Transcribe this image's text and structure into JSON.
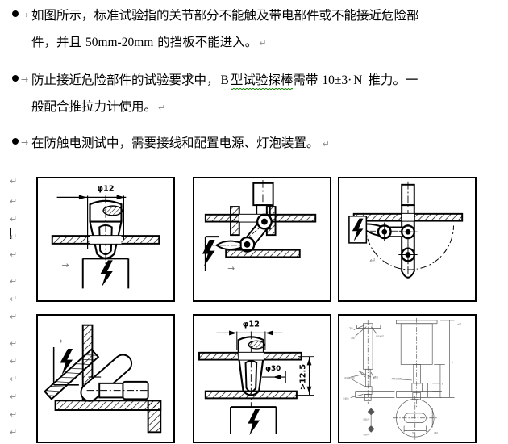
{
  "document": {
    "paragraphs": [
      {
        "bullet": "●",
        "tab_mark": "→",
        "lines": [
          {
            "text": "如图所示，标准试验指的关节部分不能触及带电部件或不能接近危险部"
          },
          {
            "pre": "件，并且 ",
            "num": "50mm-20mm",
            "post": " 的挡板不能进入。",
            "pilcrow": "↵"
          }
        ]
      },
      {
        "bullet": "●",
        "tab_mark": "→",
        "lines": [
          {
            "pre": "防止接近危险部件的试验要求中，",
            "latin1": "B",
            "squiggly": "型试验探棒",
            "mid": "需带 ",
            "num": "10±3·",
            "latin2": "N",
            "post": " 推力。一"
          },
          {
            "text": "般配合推拉力计使用。",
            "pilcrow": "↵"
          }
        ]
      },
      {
        "bullet": "●",
        "tab_mark": "→",
        "lines": [
          {
            "text": "在防触电测试中，需要接线和配置电源、灯泡装置。",
            "pilcrow": "↵"
          }
        ]
      }
    ],
    "margin_marks": [
      "↵",
      "↵",
      "↵",
      "↵",
      "↵",
      "↵",
      "↵",
      "↵",
      "↵",
      "↵",
      "↵",
      "↵",
      "↵"
    ],
    "cursor_glyph": "|"
  },
  "figures": {
    "caption": "",
    "panels": [
      {
        "id": "panel-test-finger-barrier",
        "name": "standard-test-finger-vertical",
        "labels": [
          "φ12"
        ],
        "symbols": [
          "hazard-bolt",
          "arrow-right"
        ]
      },
      {
        "id": "panel-test-finger-articulated",
        "name": "articulated-test-finger-angled",
        "labels": [],
        "symbols": [
          "hazard-bolt",
          "arrow-right"
        ]
      },
      {
        "id": "panel-test-finger-swivel-arc",
        "name": "test-finger-swivel-arc",
        "labels": [],
        "symbols": [
          "hazard-bolt",
          "pilcrow"
        ]
      },
      {
        "id": "panel-test-finger-corner",
        "name": "test-finger-corner-access",
        "labels": [],
        "symbols": [
          "hazard-bolt",
          "arrow-right"
        ]
      },
      {
        "id": "panel-test-finger-clearance",
        "name": "test-finger-clearance-dimensions",
        "labels": [
          "φ12",
          "φ30",
          ">12.5"
        ],
        "symbols": [
          "hazard-bolt"
        ]
      },
      {
        "id": "panel-probe-assembly-drawing",
        "name": "test-probe-assembly-engineering-drawing",
        "labels": [],
        "symbols": []
      }
    ]
  },
  "colors": {
    "ink": "#000000",
    "margin_mark": "#8a8a8a",
    "spellcheck_underline": "#2e8b22",
    "panel_border": "#000000",
    "page_background": "#ffffff"
  }
}
